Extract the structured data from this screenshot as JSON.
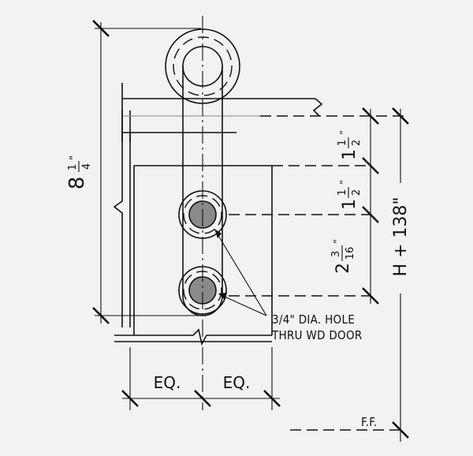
{
  "dimensions": {
    "overall_height": {
      "whole": "8",
      "num": "1",
      "den": "4",
      "unit": "\""
    },
    "upper_spacing": {
      "num": "1",
      "den": "2",
      "unit": "\""
    },
    "middle_spacing": {
      "num": "1",
      "den": "2",
      "unit": "\""
    },
    "hole_spacing": {
      "whole": "2",
      "num": "3",
      "den": "16",
      "unit": "\""
    },
    "mounting_height": "H + 138\"",
    "left_width": "EQ.",
    "right_width": "EQ."
  },
  "notes": {
    "hole_line1": "3/4\" DIA. HOLE",
    "hole_line2": "THRU WD DOOR",
    "finished_floor": "F.F."
  }
}
